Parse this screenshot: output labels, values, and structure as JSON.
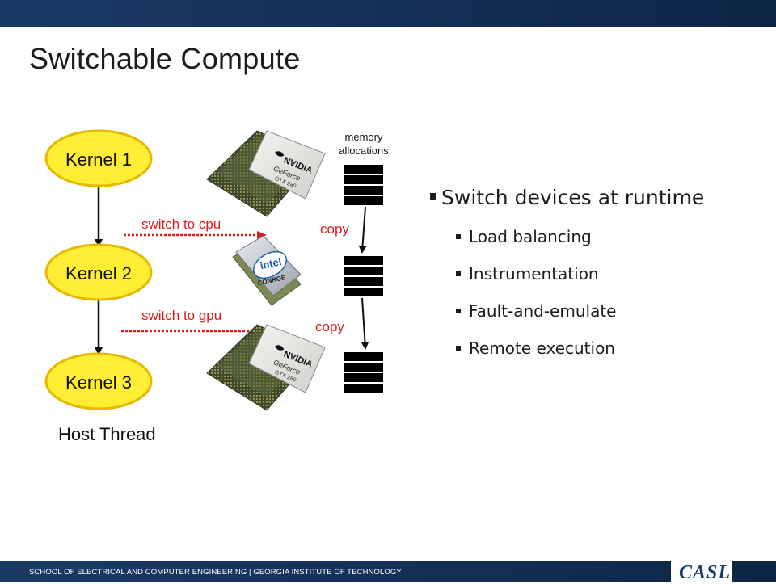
{
  "slide": {
    "title": "Switchable Compute"
  },
  "diagram": {
    "kernels": [
      "Kernel 1",
      "Kernel 2",
      "Kernel 3"
    ],
    "host_label": "Host Thread",
    "switch_cpu": "switch to cpu",
    "switch_gpu": "switch to gpu",
    "memory_label_1": "memory",
    "memory_label_2": "allocations",
    "copy_1": "copy",
    "copy_2": "copy",
    "gpu_brand": "NVIDIA",
    "gpu_model_1": "GeForce",
    "gpu_model_2": "GTX 280",
    "cpu_brand": "intel",
    "cpu_model": "CONROE",
    "colors": {
      "kernel_fill": "#ffee33",
      "kernel_stroke": "#e6b800",
      "accent_red": "#e01a1a"
    }
  },
  "bullets": {
    "main": "Switch devices at runtime",
    "sub": [
      "Load balancing",
      "Instrumentation",
      "Fault-and-emulate",
      "Remote execution"
    ]
  },
  "footer": {
    "text": "SCHOOL OF ELECTRICAL AND COMPUTER ENGINEERING | GEORGIA INSTITUTE OF TECHNOLOGY",
    "logo": "CASL"
  }
}
